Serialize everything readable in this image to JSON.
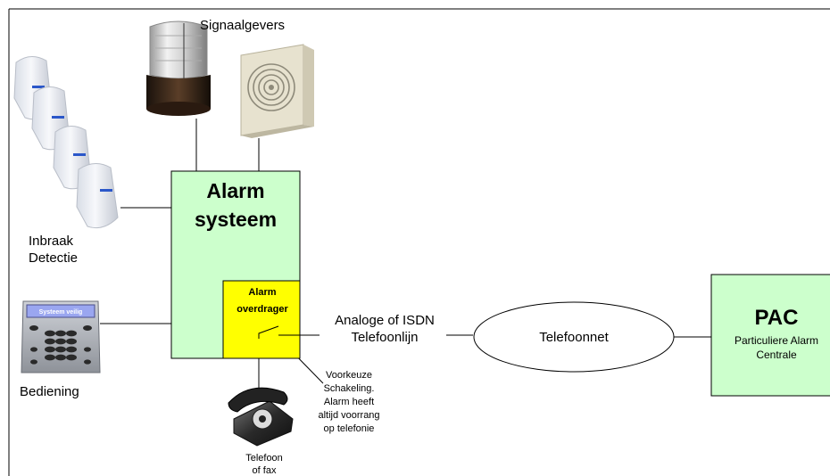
{
  "labels": {
    "signalers": "Signaalgevers",
    "intrusion_line1": "Inbraak",
    "intrusion_line2": "Detectie",
    "control": "Bediening",
    "keypad_display": "Systeem veilig",
    "alarm_system_line1": "Alarm",
    "alarm_system_line2": "systeem",
    "transmitter_line1": "Alarm",
    "transmitter_line2": "overdrager",
    "line_type_1": "Analoge of ISDN",
    "line_type_2": "Telefoonlijn",
    "network": "Telefoonnet",
    "pac_title": "PAC",
    "pac_sub1": "Particuliere Alarm",
    "pac_sub2": "Centrale",
    "priority": [
      "Voorkeuze",
      "Schakeling.",
      "Alarm heeft",
      "altijd voorrang",
      "op telefonie"
    ],
    "phone_line1": "Telefoon",
    "phone_line2": "of fax"
  },
  "colors": {
    "alarm_system_fill": "#ccffcc",
    "transmitter_fill": "#ffff00",
    "pac_fill": "#ccffcc",
    "keypad_screen": "#9aa6f0"
  },
  "icons": [
    "strobe-light-icon",
    "siren-speaker-icon",
    "motion-detector-icon",
    "keypad-icon",
    "telephone-icon"
  ]
}
